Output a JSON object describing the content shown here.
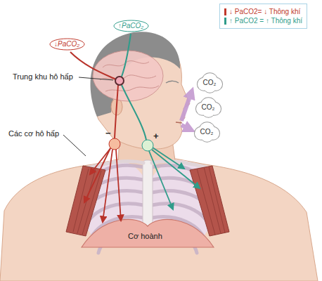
{
  "diagram": {
    "nodes": [
      {
        "text": [
          "↓PaCO₂"
        ]
      },
      {
        "text": [
          "↑PaCO₂"
        ]
      },
      {
        "text": [
          "CO₂"
        ]
      },
      {
        "text": [
          "CO₂"
        ]
      },
      {
        "text": [
          "CO₂"
        ]
      }
    ],
    "labels": [
      "Trung khu hô hấp",
      "Các cơ hô hấp",
      "Cơ hoành",
      "−",
      "+"
    ],
    "legend": [
      {
        "text": "↓ PaCO2= ↓ Thông khí",
        "color": "#c0392b"
      },
      {
        "text": "↑ PaCO2 = ↑ Thông khí",
        "color": "#2f9c8a"
      }
    ]
  }
}
